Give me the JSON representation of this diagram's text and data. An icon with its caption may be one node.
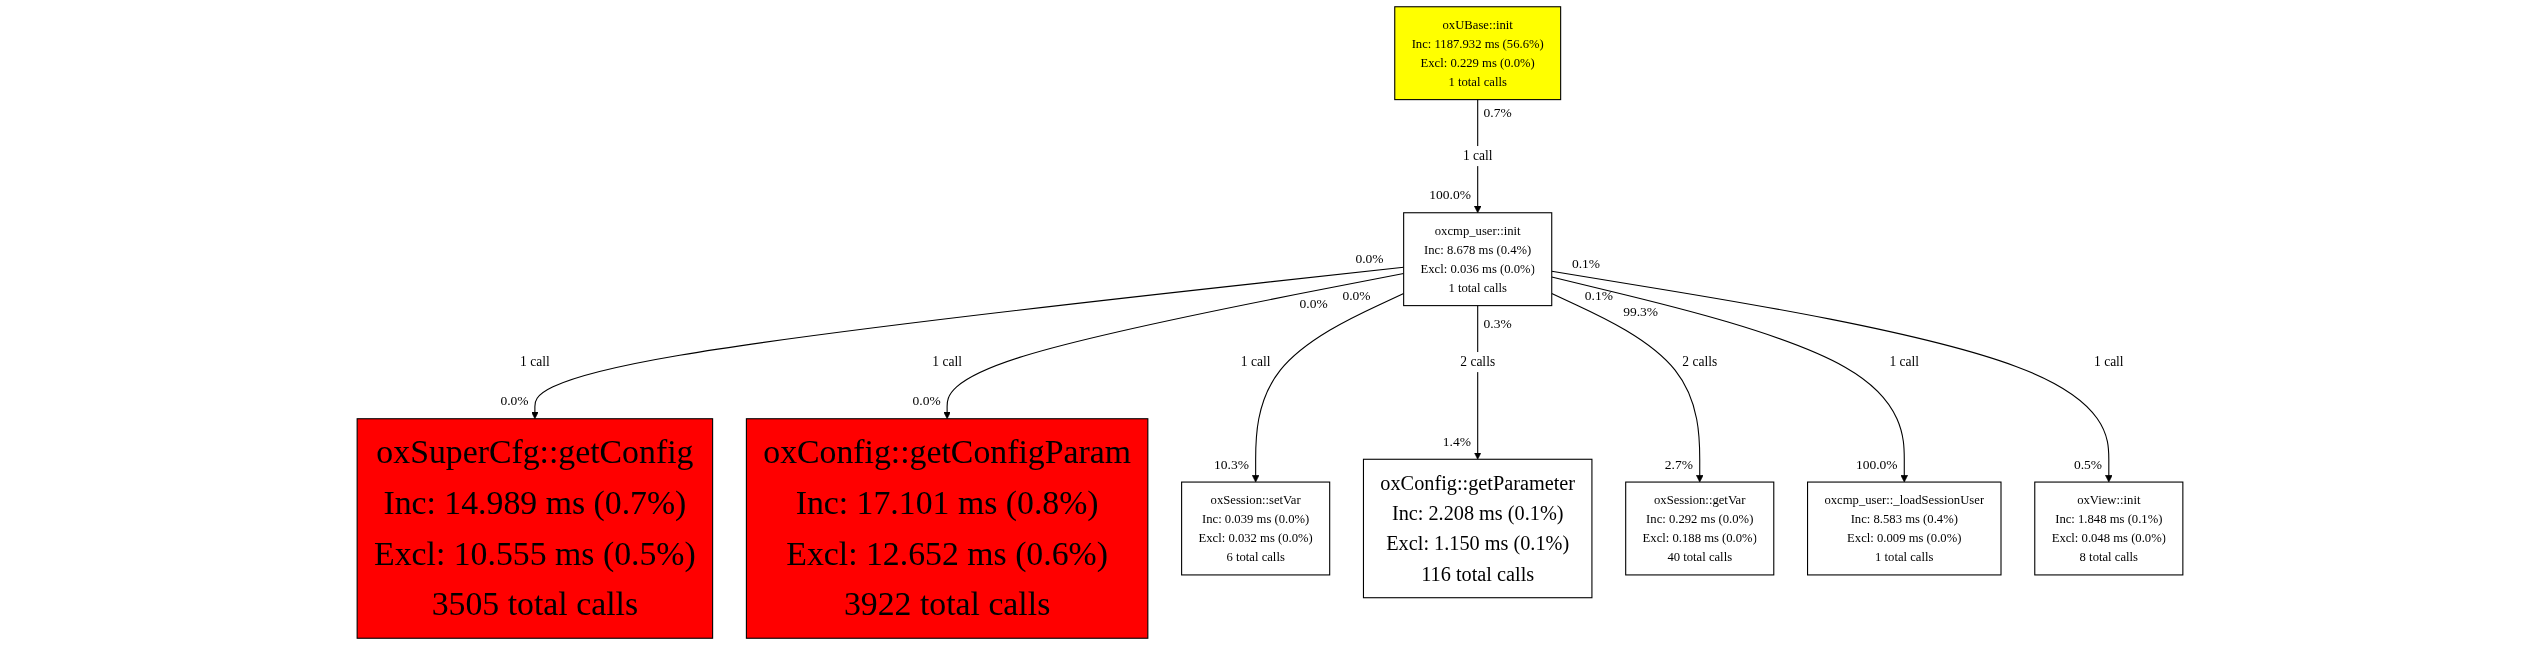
{
  "diagram": {
    "nodes": [
      {
        "text": [
          "oxUBase::init",
          "Inc: 1187.932 ms (56.6%)",
          "Excl: 0.229 ms (0.0%)",
          "1 total calls"
        ]
      },
      {
        "text": [
          "oxcmp_user::init",
          "Inc: 8.678 ms (0.4%)",
          "Excl: 0.036 ms (0.0%)",
          "1 total calls"
        ]
      },
      {
        "text": [
          "oxSuperCfg::getConfig",
          "Inc: 14.989 ms (0.7%)",
          "Excl: 10.555 ms (0.5%)",
          "3505 total calls"
        ]
      },
      {
        "text": [
          "oxConfig::getConfigParam",
          "Inc: 17.101 ms (0.8%)",
          "Excl: 12.652 ms (0.6%)",
          "3922 total calls"
        ]
      },
      {
        "text": [
          "oxSession::setVar",
          "Inc: 0.039 ms (0.0%)",
          "Excl: 0.032 ms (0.0%)",
          "6 total calls"
        ]
      },
      {
        "text": [
          "oxConfig::getParameter",
          "Inc: 2.208 ms (0.1%)",
          "Excl: 1.150 ms (0.1%)",
          "116 total calls"
        ]
      },
      {
        "text": [
          "oxSession::getVar",
          "Inc: 0.292 ms (0.0%)",
          "Excl: 0.188 ms (0.0%)",
          "40 total calls"
        ]
      },
      {
        "text": [
          "oxcmp_user::_loadSessionUser",
          "Inc: 8.583 ms (0.4%)",
          "Excl: 0.009 ms (0.0%)",
          "1 total calls"
        ]
      },
      {
        "text": [
          "oxView::init",
          "Inc: 1.848 ms (0.1%)",
          "Excl: 0.048 ms (0.0%)",
          "8 total calls"
        ]
      }
    ],
    "edges": [
      {
        "from": 0,
        "to": 1,
        "arrow": "to",
        "label": "1 call"
      },
      {
        "from": 1,
        "to": 2,
        "arrow": "to",
        "label": "1 call"
      },
      {
        "from": 1,
        "to": 3,
        "arrow": "to",
        "label": "1 call"
      },
      {
        "from": 1,
        "to": 4,
        "arrow": "to",
        "label": "1 call"
      },
      {
        "from": 1,
        "to": 5,
        "arrow": "to",
        "label": "2 calls"
      },
      {
        "from": 1,
        "to": 6,
        "arrow": "to",
        "label": "2 calls"
      },
      {
        "from": 1,
        "to": 7,
        "arrow": "to",
        "label": "1 call"
      },
      {
        "from": 1,
        "to": 8,
        "arrow": "to",
        "label": "1 call"
      }
    ],
    "labels": [
      "0.7%",
      "100.0%",
      "0.0%",
      "0.1%",
      "99.3%",
      "0.0%",
      "0.0%",
      "0.3%",
      "0.1%",
      "0.0%",
      "0.0%",
      "1.4%",
      "10.3%",
      "2.7%",
      "100.0%",
      "0.5%"
    ]
  }
}
